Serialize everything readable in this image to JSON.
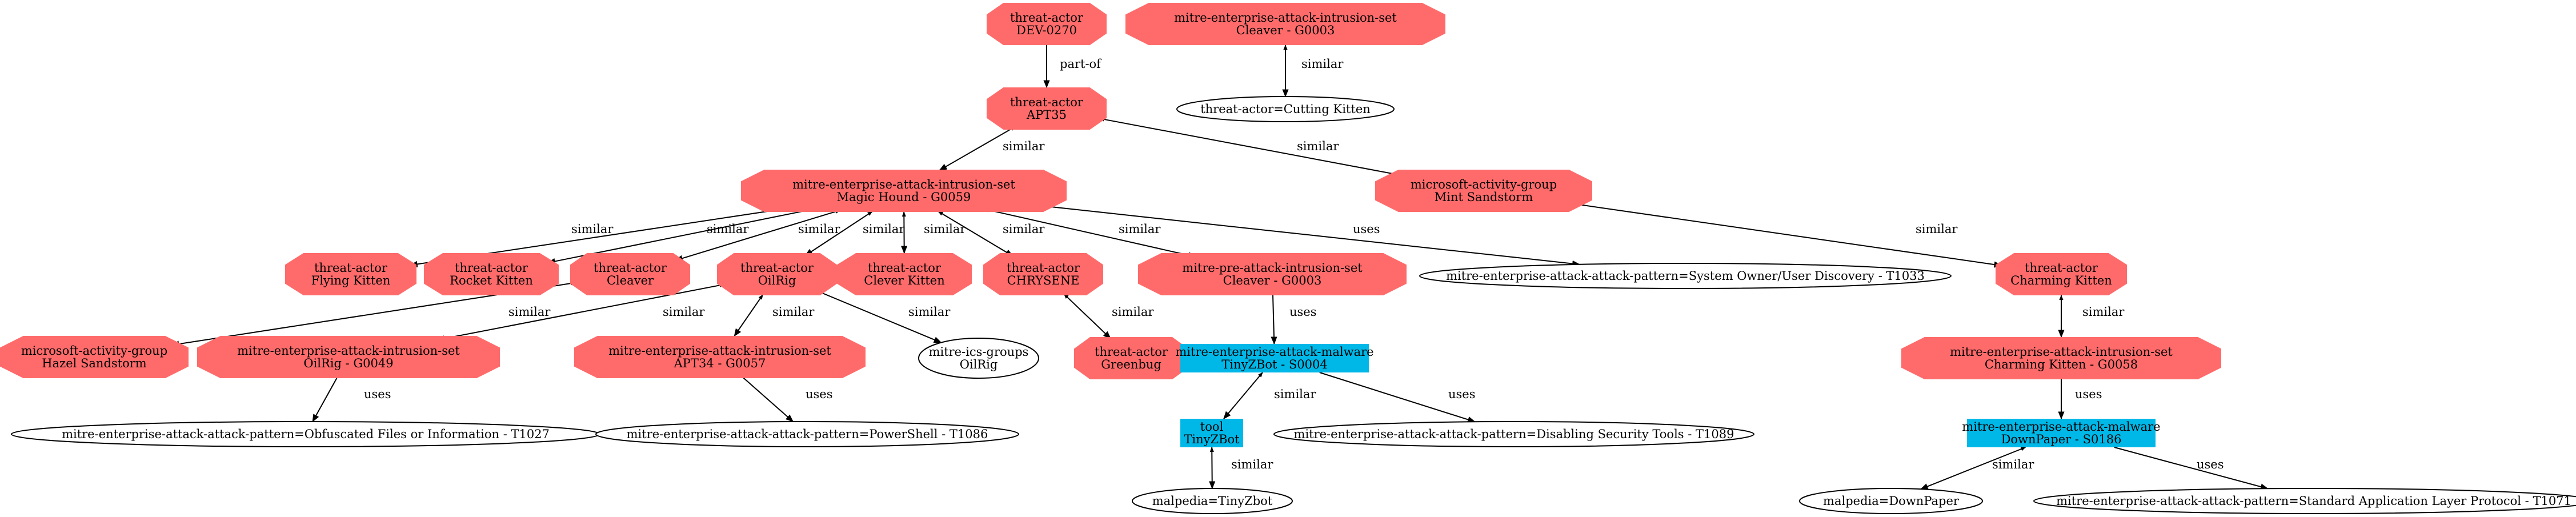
{
  "colors": {
    "threat": "#FF6B6B",
    "malware": "#00B8E8",
    "plain": "#FFFFFF",
    "edge": "#000000"
  },
  "nodes": [
    {
      "id": "dev0270",
      "shape": "octagon",
      "fill": "#FF6B6B",
      "line1": "threat-actor",
      "line2": "DEV-0270"
    },
    {
      "id": "cleaverTop",
      "shape": "octagon",
      "fill": "#FF6B6B",
      "line1": "mitre-enterprise-attack-intrusion-set",
      "line2": "Cleaver - G0003"
    },
    {
      "id": "cutting",
      "shape": "ellipse",
      "fill": "#FFFFFF",
      "line1": "threat-actor=Cutting Kitten",
      "line2": ""
    },
    {
      "id": "apt35",
      "shape": "octagon",
      "fill": "#FF6B6B",
      "line1": "threat-actor",
      "line2": "APT35"
    },
    {
      "id": "magic",
      "shape": "octagon",
      "fill": "#FF6B6B",
      "line1": "mitre-enterprise-attack-intrusion-set",
      "line2": "Magic Hound - G0059"
    },
    {
      "id": "mint",
      "shape": "octagon",
      "fill": "#FF6B6B",
      "line1": "microsoft-activity-group",
      "line2": "Mint Sandstorm"
    },
    {
      "id": "flying",
      "shape": "octagon",
      "fill": "#FF6B6B",
      "line1": "threat-actor",
      "line2": "Flying Kitten"
    },
    {
      "id": "rocket",
      "shape": "octagon",
      "fill": "#FF6B6B",
      "line1": "threat-actor",
      "line2": "Rocket Kitten"
    },
    {
      "id": "cleaverTA",
      "shape": "octagon",
      "fill": "#FF6B6B",
      "line1": "threat-actor",
      "line2": "Cleaver"
    },
    {
      "id": "oilrigTA",
      "shape": "octagon",
      "fill": "#FF6B6B",
      "line1": "threat-actor",
      "line2": "OilRig"
    },
    {
      "id": "clever",
      "shape": "octagon",
      "fill": "#FF6B6B",
      "line1": "threat-actor",
      "line2": "Clever Kitten"
    },
    {
      "id": "chrysene",
      "shape": "octagon",
      "fill": "#FF6B6B",
      "line1": "threat-actor",
      "line2": "CHRYSENE"
    },
    {
      "id": "preCleaver",
      "shape": "octagon",
      "fill": "#FF6B6B",
      "line1": "mitre-pre-attack-intrusion-set",
      "line2": "Cleaver - G0003"
    },
    {
      "id": "t1033",
      "shape": "ellipse",
      "fill": "#FFFFFF",
      "line1": "mitre-enterprise-attack-attack-pattern=System Owner/User Discovery - T1033",
      "line2": ""
    },
    {
      "id": "charming",
      "shape": "octagon",
      "fill": "#FF6B6B",
      "line1": "threat-actor",
      "line2": "Charming Kitten"
    },
    {
      "id": "hazel",
      "shape": "octagon",
      "fill": "#FF6B6B",
      "line1": "microsoft-activity-group",
      "line2": "Hazel Sandstorm"
    },
    {
      "id": "oilrigG",
      "shape": "octagon",
      "fill": "#FF6B6B",
      "line1": "mitre-enterprise-attack-intrusion-set",
      "line2": "OilRig - G0049"
    },
    {
      "id": "apt34",
      "shape": "octagon",
      "fill": "#FF6B6B",
      "line1": "mitre-enterprise-attack-intrusion-set",
      "line2": "APT34 - G0057"
    },
    {
      "id": "icsOilrig",
      "shape": "ellipse",
      "fill": "#FFFFFF",
      "line1": "mitre-ics-groups",
      "line2": "OilRig"
    },
    {
      "id": "greenbug",
      "shape": "octagon",
      "fill": "#FF6B6B",
      "line1": "threat-actor",
      "line2": "Greenbug"
    },
    {
      "id": "tinyzbotM",
      "shape": "box",
      "fill": "#00B8E8",
      "line1": "mitre-enterprise-attack-malware",
      "line2": "TinyZBot - S0004"
    },
    {
      "id": "charmingG",
      "shape": "octagon",
      "fill": "#FF6B6B",
      "line1": "mitre-enterprise-attack-intrusion-set",
      "line2": "Charming Kitten - G0058"
    },
    {
      "id": "t1027",
      "shape": "ellipse",
      "fill": "#FFFFFF",
      "line1": "mitre-enterprise-attack-attack-pattern=Obfuscated Files or Information - T1027",
      "line2": ""
    },
    {
      "id": "t1086",
      "shape": "ellipse",
      "fill": "#FFFFFF",
      "line1": "mitre-enterprise-attack-attack-pattern=PowerShell - T1086",
      "line2": ""
    },
    {
      "id": "tinyzbotT",
      "shape": "box",
      "fill": "#00B8E8",
      "line1": "tool",
      "line2": "TinyZBot"
    },
    {
      "id": "t1089",
      "shape": "ellipse",
      "fill": "#FFFFFF",
      "line1": "mitre-enterprise-attack-attack-pattern=Disabling Security Tools - T1089",
      "line2": ""
    },
    {
      "id": "downpaper",
      "shape": "box",
      "fill": "#00B8E8",
      "line1": "mitre-enterprise-attack-malware",
      "line2": "DownPaper - S0186"
    },
    {
      "id": "malTiny",
      "shape": "ellipse",
      "fill": "#FFFFFF",
      "line1": "malpedia=TinyZbot",
      "line2": ""
    },
    {
      "id": "malDown",
      "shape": "ellipse",
      "fill": "#FFFFFF",
      "line1": "malpedia=DownPaper",
      "line2": ""
    },
    {
      "id": "t1071",
      "shape": "ellipse",
      "fill": "#FFFFFF",
      "line1": "mitre-enterprise-attack-attack-pattern=Standard Application Layer Protocol - T1071",
      "line2": ""
    }
  ],
  "edges": [
    {
      "from": "dev0270",
      "to": "apt35",
      "label": "part-of",
      "dir": "forward"
    },
    {
      "from": "cleaverTop",
      "to": "cutting",
      "label": "similar",
      "dir": "both"
    },
    {
      "from": "apt35",
      "to": "magic",
      "label": "similar",
      "dir": "both"
    },
    {
      "from": "apt35",
      "to": "mint",
      "label": "similar",
      "dir": "both"
    },
    {
      "from": "magic",
      "to": "flying",
      "label": "similar",
      "dir": "both"
    },
    {
      "from": "magic",
      "to": "rocket",
      "label": "similar",
      "dir": "both"
    },
    {
      "from": "magic",
      "to": "cleaverTA",
      "label": "similar",
      "dir": "both"
    },
    {
      "from": "magic",
      "to": "oilrigTA",
      "label": "similar",
      "dir": "both"
    },
    {
      "from": "magic",
      "to": "clever",
      "label": "similar",
      "dir": "both"
    },
    {
      "from": "magic",
      "to": "chrysene",
      "label": "similar",
      "dir": "both"
    },
    {
      "from": "magic",
      "to": "preCleaver",
      "label": "similar",
      "dir": "both"
    },
    {
      "from": "magic",
      "to": "t1033",
      "label": "uses",
      "dir": "forward"
    },
    {
      "from": "mint",
      "to": "charming",
      "label": "similar",
      "dir": "both"
    },
    {
      "from": "cleaverTA",
      "to": "hazel",
      "label": "similar",
      "dir": "both"
    },
    {
      "from": "oilrigTA",
      "to": "oilrigG",
      "label": "similar",
      "dir": "both"
    },
    {
      "from": "oilrigTA",
      "to": "apt34",
      "label": "similar",
      "dir": "both"
    },
    {
      "from": "oilrigTA",
      "to": "icsOilrig",
      "label": "similar",
      "dir": "both"
    },
    {
      "from": "chrysene",
      "to": "greenbug",
      "label": "similar",
      "dir": "both"
    },
    {
      "from": "preCleaver",
      "to": "tinyzbotM",
      "label": "uses",
      "dir": "forward"
    },
    {
      "from": "charming",
      "to": "charmingG",
      "label": "similar",
      "dir": "both"
    },
    {
      "from": "oilrigG",
      "to": "t1027",
      "label": "uses",
      "dir": "forward"
    },
    {
      "from": "apt34",
      "to": "t1086",
      "label": "uses",
      "dir": "forward"
    },
    {
      "from": "tinyzbotM",
      "to": "tinyzbotT",
      "label": "similar",
      "dir": "both"
    },
    {
      "from": "tinyzbotM",
      "to": "t1089",
      "label": "uses",
      "dir": "forward"
    },
    {
      "from": "charmingG",
      "to": "downpaper",
      "label": "uses",
      "dir": "forward"
    },
    {
      "from": "tinyzbotT",
      "to": "malTiny",
      "label": "similar",
      "dir": "both"
    },
    {
      "from": "downpaper",
      "to": "malDown",
      "label": "similar",
      "dir": "both"
    },
    {
      "from": "downpaper",
      "to": "t1071",
      "label": "uses",
      "dir": "forward"
    }
  ]
}
